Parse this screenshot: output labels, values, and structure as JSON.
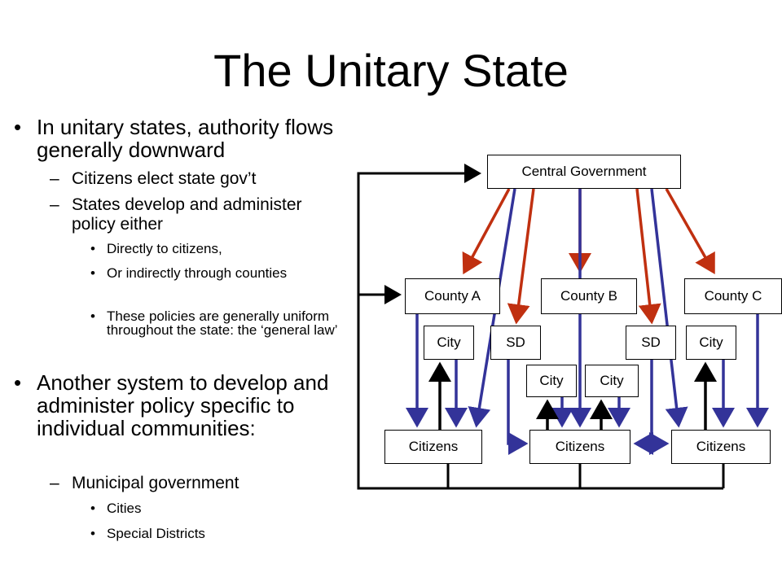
{
  "slide": {
    "title": "The Unitary State",
    "bullets": {
      "b1": "In unitary states, authority flows generally downward",
      "b1_1": "Citizens elect state gov’t",
      "b1_2": "States develop and administer policy either",
      "b1_2_1": "Directly to citizens,",
      "b1_2_2": "Or indirectly through counties",
      "b1_2_3": "These policies are generally uniform throughout the state: the ‘general law’",
      "b2": "Another system to develop and administer policy specific to individual communities:",
      "b2_1": "Municipal government",
      "b2_1_1": "Cities",
      "b2_1_2": "Special Districts"
    },
    "markers": {
      "level1": "•",
      "level2": "–",
      "level3": "•"
    }
  },
  "diagram": {
    "central": "Central Government",
    "county_a": "County A",
    "county_b": "County B",
    "county_c": "County C",
    "city_1": "City",
    "sd_1": "SD",
    "sd_2": "SD",
    "city_2": "City",
    "city_3": "City",
    "city_4": "City",
    "citizens_1": "Citizens",
    "citizens_2": "Citizens",
    "citizens_3": "Citizens",
    "colors": {
      "red_arrow": "#c03010",
      "blue_arrow": "#333399",
      "black_line": "#000000"
    }
  }
}
